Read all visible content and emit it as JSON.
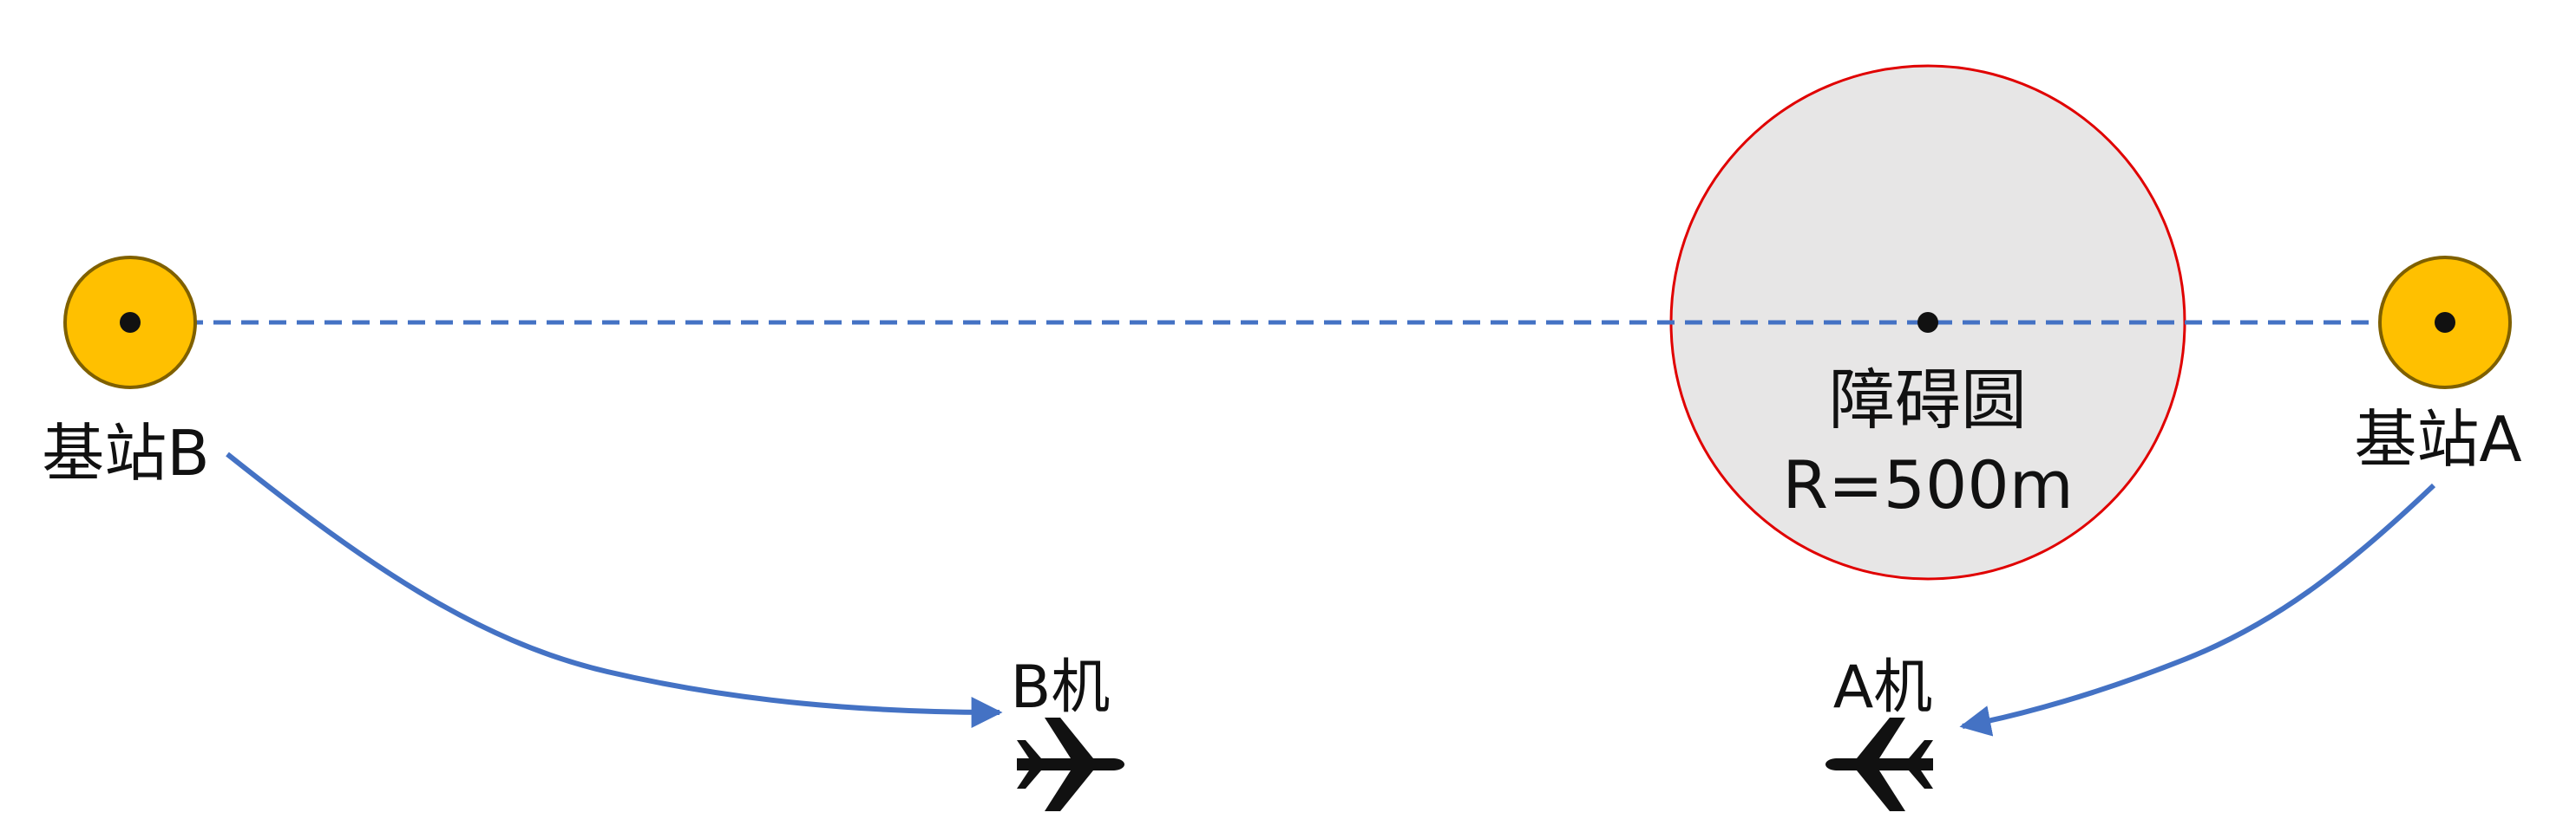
{
  "stations": {
    "b": {
      "label": "基站B"
    },
    "a": {
      "label": "基站A"
    }
  },
  "obstacle": {
    "label": "障碍圆",
    "radius_label": "R=500m"
  },
  "aircraft": {
    "b": {
      "label": "B机",
      "icon": "airplane-icon"
    },
    "a": {
      "label": "A机",
      "icon": "airplane-icon"
    }
  },
  "colors": {
    "station_fill": "#FFC000",
    "station_stroke": "#7F6000",
    "obstacle_fill": "#E7E6E6",
    "obstacle_stroke": "#E00000",
    "line": "#4472C4",
    "dot": "#111111",
    "aircraft": "#111111"
  }
}
